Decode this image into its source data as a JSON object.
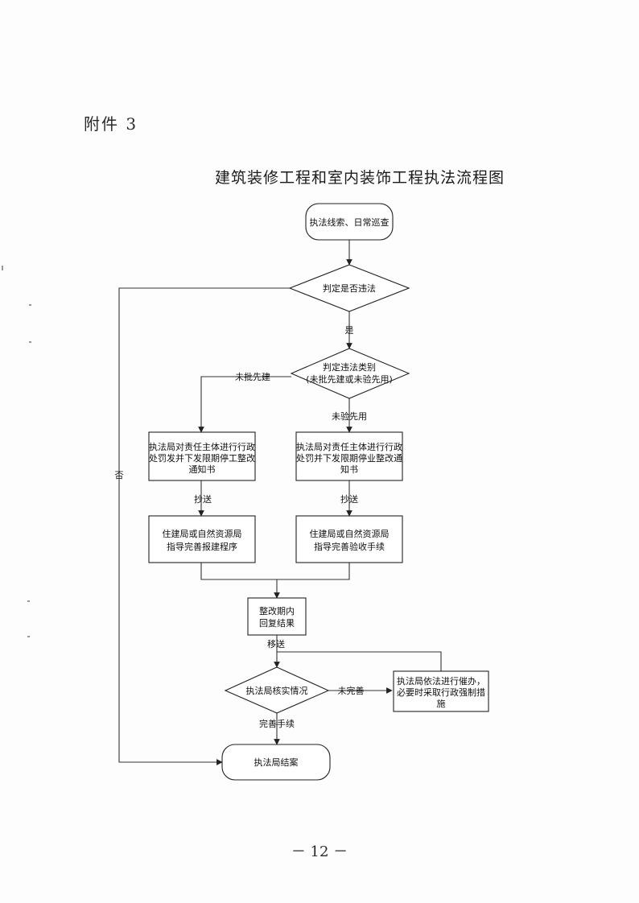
{
  "attachment_label": "附件 3",
  "title": "建筑装修工程和室内装饰工程执法流程图",
  "page_number": "－ 12 －",
  "nodes": {
    "start": "执法线索、日常巡查",
    "judge_illegal": "判定是否违法",
    "judge_type_line1": "判定违法类别",
    "judge_type_line2": "(未批先建或未验先用)",
    "penalty_left_line1": "执法局对责任主体进行行政",
    "penalty_left_line2": "处罚发并下发限期停工整改",
    "penalty_left_line3": "通知书",
    "penalty_right_line1": "执法局对责任主体进行行政",
    "penalty_right_line2": "处罚并下发限期停业整改通",
    "penalty_right_line3": "知书",
    "guide_left_line1": "住建局或自然资源局",
    "guide_left_line2": "指导完善报建程序",
    "guide_right_line1": "住建局或自然资源局",
    "guide_right_line2": "指导完善验收手续",
    "reply_line1": "整改期内",
    "reply_line2": "回复结果",
    "verify": "执法局核实情况",
    "enforce_line1": "执法局依法进行催办，",
    "enforce_line2": "必要时采取行政强制措",
    "enforce_line3": "施",
    "end": "执法局结案"
  },
  "edge_labels": {
    "yes": "是",
    "no": "否",
    "unapproved_build": "未批先建",
    "unaccepted_use": "未验先用",
    "cc_left": "抄送",
    "cc_right": "抄送",
    "transfer": "移送",
    "not_completed": "未完善",
    "completed": "完善手续"
  }
}
